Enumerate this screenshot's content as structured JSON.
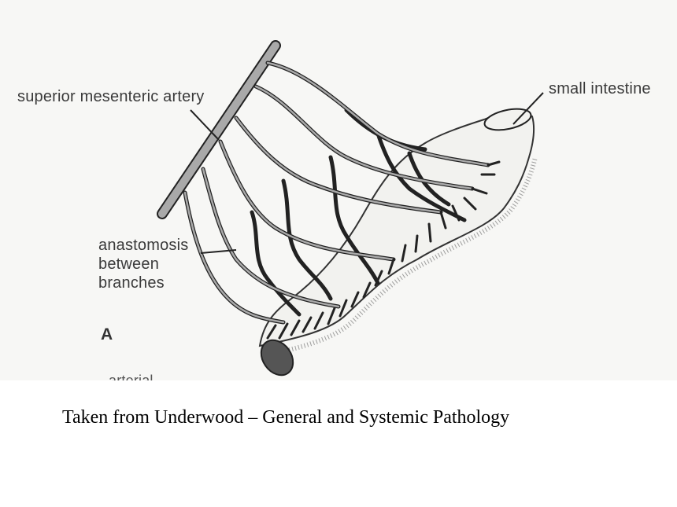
{
  "labels": {
    "artery": "superior mesenteric artery",
    "intestine": "small intestine",
    "anastomosis": [
      "anastomosis",
      "between",
      "branches"
    ],
    "panel": "A",
    "cut_off": "arterial"
  },
  "caption": "Taken from Underwood – General and Systemic Pathology",
  "colors": {
    "background": "#ffffff",
    "figure_background": "#f7f7f5",
    "vessel_fill": "#a9a9a9",
    "ink": "#222222"
  }
}
